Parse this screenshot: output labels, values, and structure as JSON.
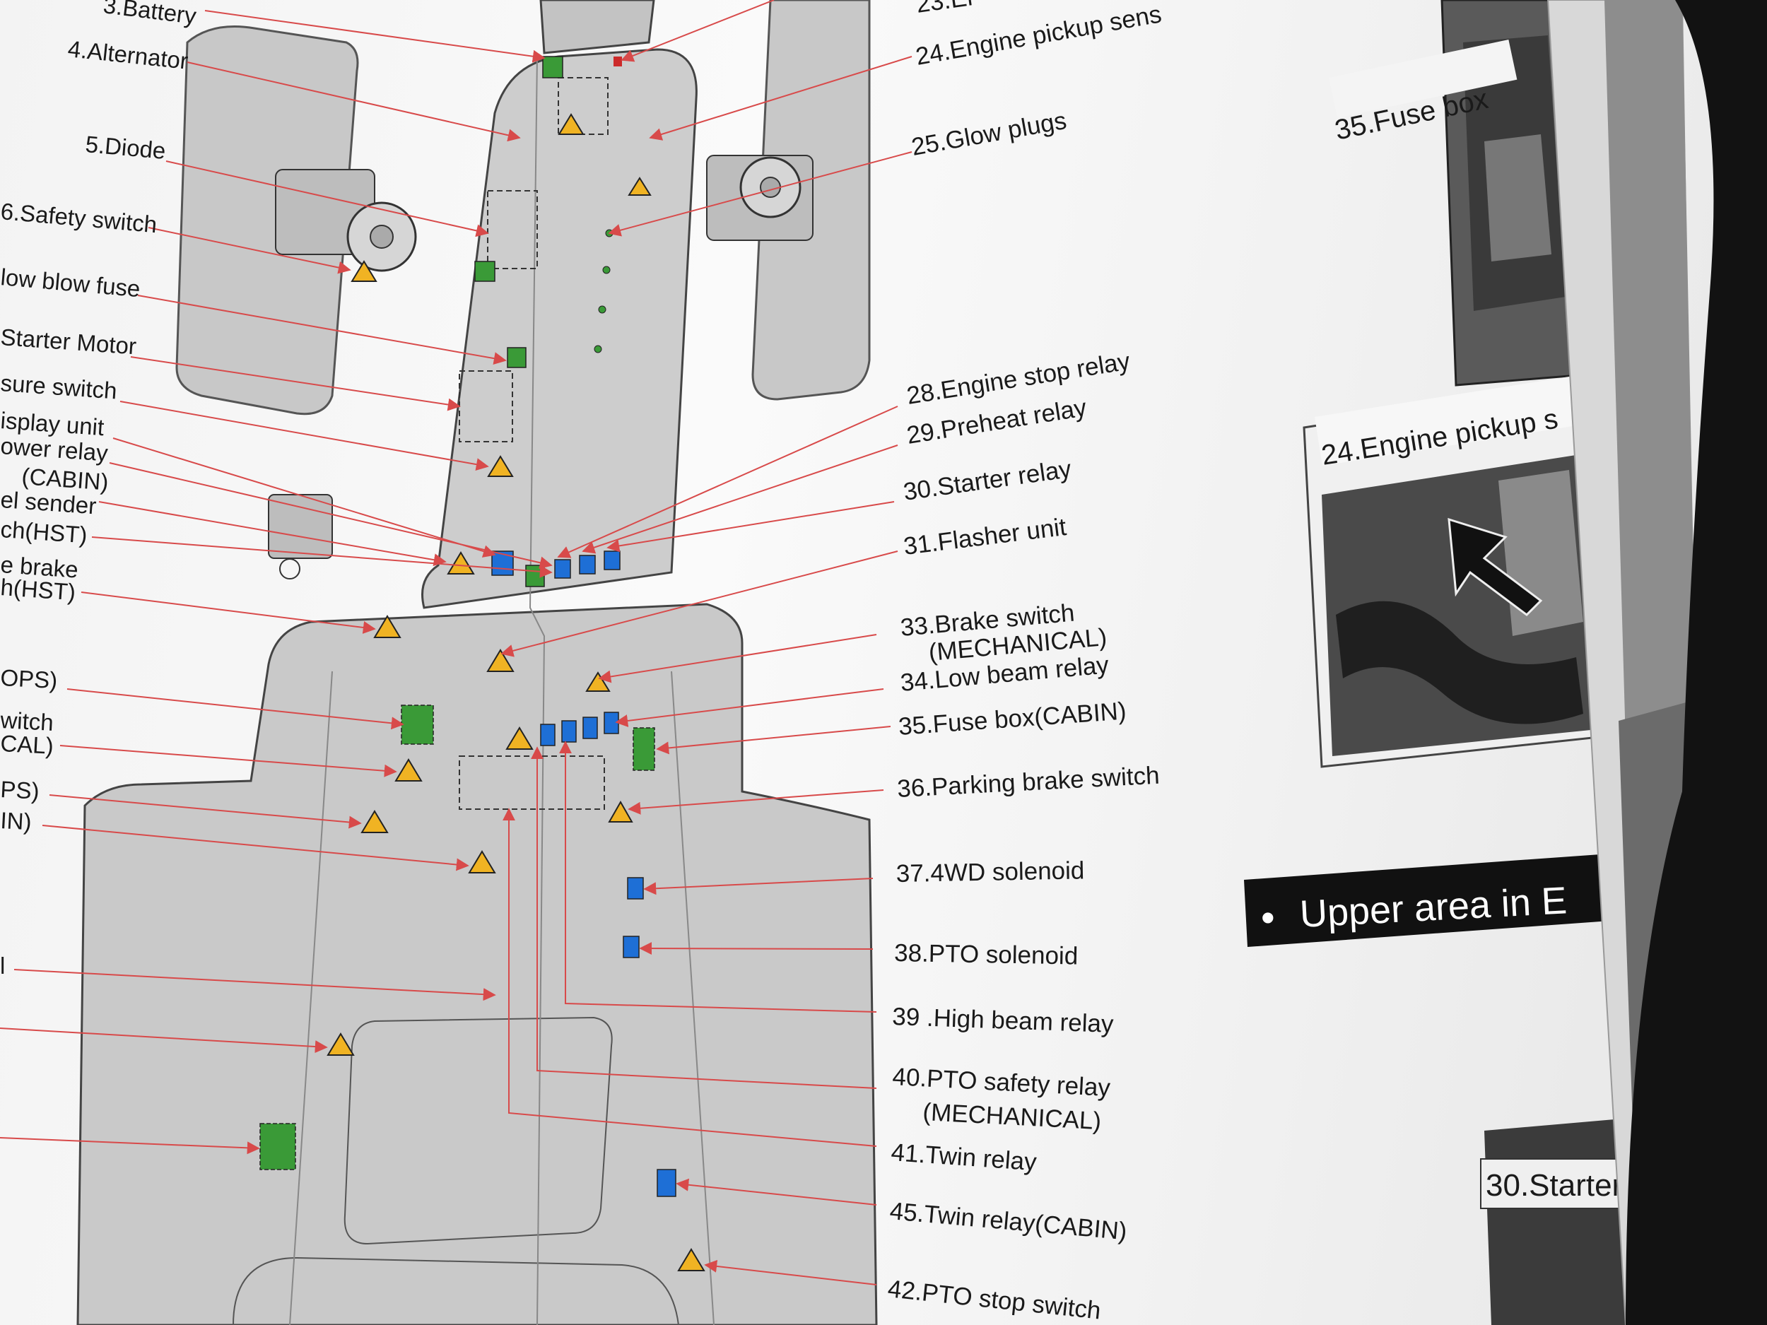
{
  "labels_left": [
    {
      "id": "battery",
      "text": "3.Battery"
    },
    {
      "id": "alternator",
      "text": "4.Alternator"
    },
    {
      "id": "diode",
      "text": "5.Diode"
    },
    {
      "id": "safety-switch",
      "text": "6.Safety switch"
    },
    {
      "id": "slow-blow-fuse",
      "text": "low blow fuse"
    },
    {
      "id": "starter-motor",
      "text": "Starter Motor"
    },
    {
      "id": "pressure-switch",
      "text": "sure switch"
    },
    {
      "id": "display-unit",
      "text": "isplay unit"
    },
    {
      "id": "power-relay",
      "text": "ower relay"
    },
    {
      "id": "power-relay-cabin",
      "text": "(CABIN)"
    },
    {
      "id": "fuel-sender",
      "text": "el sender"
    },
    {
      "id": "switch-hst",
      "text": "ch(HST)"
    },
    {
      "id": "brake",
      "text": "e brake"
    },
    {
      "id": "switch-hst-2",
      "text": "h(HST)"
    },
    {
      "id": "rops",
      "text": "OPS)"
    },
    {
      "id": "switch-a",
      "text": "witch"
    },
    {
      "id": "mechanical-a",
      "text": "CAL)"
    },
    {
      "id": "rops-b",
      "text": "PS)"
    },
    {
      "id": "cabin-b",
      "text": "IN)"
    },
    {
      "id": "cut-1",
      "text": "l"
    }
  ],
  "labels_right": [
    {
      "id": "label-23",
      "text": "23.Er"
    },
    {
      "id": "label-24",
      "text": "24.Engine pickup sens"
    },
    {
      "id": "label-25",
      "text": "25.Glow plugs"
    },
    {
      "id": "label-28",
      "text": "28.Engine stop relay"
    },
    {
      "id": "label-29",
      "text": "29.Preheat relay"
    },
    {
      "id": "label-30",
      "text": "30.Starter relay"
    },
    {
      "id": "label-31",
      "text": "31.Flasher unit"
    },
    {
      "id": "label-33",
      "text": "33.Brake switch"
    },
    {
      "id": "label-33b",
      "text": "(MECHANICAL)"
    },
    {
      "id": "label-34",
      "text": "34.Low beam relay"
    },
    {
      "id": "label-35",
      "text": "35.Fuse box(CABIN)"
    },
    {
      "id": "label-36",
      "text": "36.Parking brake switch"
    },
    {
      "id": "label-37",
      "text": "37.4WD solenoid"
    },
    {
      "id": "label-38",
      "text": "38.PTO solenoid"
    },
    {
      "id": "label-39",
      "text": "39 .High beam relay"
    },
    {
      "id": "label-40",
      "text": "40.PTO safety relay"
    },
    {
      "id": "label-40b",
      "text": "(MECHANICAL)"
    },
    {
      "id": "label-41",
      "text": "41.Twin relay"
    },
    {
      "id": "label-45",
      "text": "45.Twin relay(CABIN)"
    },
    {
      "id": "label-42",
      "text": "42.PTO stop switch"
    }
  ],
  "photos": {
    "fuse_box_caption": "35.Fuse box",
    "engine_pickup_caption": "24.Engine pickup s",
    "starter_caption": "30.Starter"
  },
  "banner": {
    "bullet": "•",
    "text": "Upper area in E"
  },
  "legend_colors": {
    "relay": "#1e6fd6",
    "connector": "#3a9a37",
    "switch": "#f0b323",
    "leader": "#d84a4a",
    "body": "#c6c6c6"
  }
}
